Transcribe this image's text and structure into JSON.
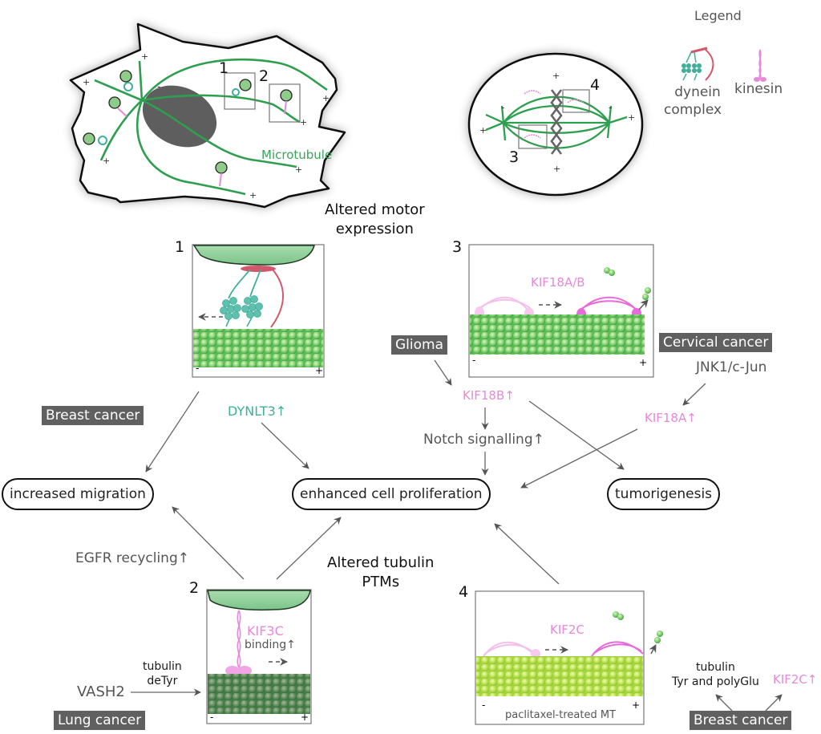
{
  "colors": {
    "microtubule": "#2e9e4f",
    "dynein": "#3fae9a",
    "dynein_regulator": "#d4566a",
    "kinesin": "#e58ad8",
    "badge_bg": "#606060",
    "text_grey": "#555555",
    "nucleus": "#5e5e5e",
    "cargo": "#9bd39a"
  },
  "cell_diagram": {
    "microtubule_label": "Microtubule",
    "box_labels": [
      "1",
      "2"
    ],
    "plus_sign": "+",
    "minus_sign": "-"
  },
  "spindle_diagram": {
    "box_labels": [
      "3",
      "4"
    ]
  },
  "legend": {
    "title": "Legend",
    "items": [
      {
        "icon": "dynein-complex-icon",
        "label_line1": "dynein",
        "label_line2": "complex"
      },
      {
        "icon": "kinesin-icon",
        "label_line1": "kinesin"
      }
    ]
  },
  "headings": {
    "motor": [
      "Altered motor",
      "expression"
    ],
    "ptm": [
      "Altered tubulin",
      "PTMs"
    ]
  },
  "panels": [
    {
      "number": "1",
      "minus": "-",
      "plus": "+"
    },
    {
      "number": "2",
      "motor": "KIF3C",
      "note": "binding↑",
      "minus": "-",
      "plus": "+"
    },
    {
      "number": "3",
      "motor": "KIF18A/B",
      "minus": "-",
      "plus": "+"
    },
    {
      "number": "4",
      "motor": "KIF2C",
      "caption": "paclitaxel-treated MT",
      "minus": "-",
      "plus": "+"
    }
  ],
  "cancer_badges": {
    "breast_top": "Breast cancer",
    "glioma": "Glioma",
    "cervical": "Cervical cancer",
    "lung": "Lung cancer",
    "breast_bottom": "Breast cancer"
  },
  "factors": {
    "dynlt3": "DYNLT3↑",
    "kif18b": "KIF18B↑",
    "kif18a": "KIF18A↑",
    "jnk": "JNK1/c-Jun",
    "notch": "Notch signalling↑",
    "egfr": "EGFR recycling↑",
    "vash2": "VASH2",
    "detyr_line1": "tubulin",
    "detyr_line2": "deTyr",
    "tyr_line1": "tubulin",
    "tyr_line2": "Tyr and polyGlu",
    "kif2c": "KIF2C↑"
  },
  "outcomes": {
    "migration": "increased migration",
    "proliferation": "enhanced cell proliferation",
    "tumorigenesis": "tumorigenesis"
  }
}
